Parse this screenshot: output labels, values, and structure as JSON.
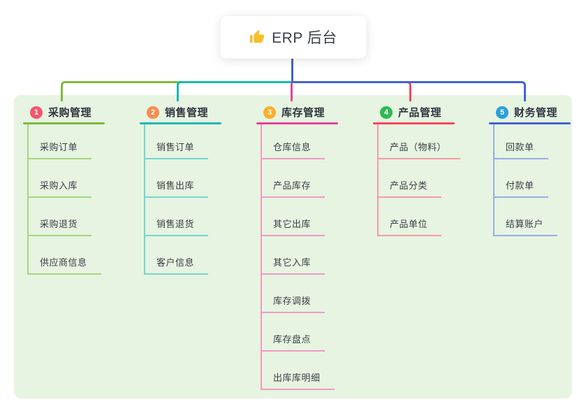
{
  "root": {
    "label": "ERP 后台",
    "icon": "thumbs-up-icon",
    "icon_color": "#f5c02c"
  },
  "branches": [
    {
      "index": "1",
      "label": "采购管理",
      "badge_color": "#f4566b",
      "line_color": "#7dba3f",
      "light_color": "#a8d57f",
      "children": [
        "采购订单",
        "采购入库",
        "采购退货",
        "供应商信息"
      ]
    },
    {
      "index": "2",
      "label": "销售管理",
      "badge_color": "#f98a4d",
      "line_color": "#16bab3",
      "light_color": "#76d6cf",
      "children": [
        "销售订单",
        "销售出库",
        "销售退货",
        "客户信息"
      ]
    },
    {
      "index": "3",
      "label": "库存管理",
      "badge_color": "#f9b02b",
      "line_color": "#e8439a",
      "light_color": "#f09ac6",
      "children": [
        "仓库信息",
        "产品库存",
        "其它出库",
        "其它入库",
        "库存调拨",
        "库存盘点",
        "出库库明细"
      ]
    },
    {
      "index": "4",
      "label": "产品管理",
      "badge_color": "#2eb855",
      "line_color": "#f4485c",
      "light_color": "#f79aa2",
      "children": [
        "产品（物料）",
        "产品分类",
        "产品单位"
      ]
    },
    {
      "index": "5",
      "label": "财务管理",
      "badge_color": "#2b9fd8",
      "line_color": "#4562d4",
      "light_color": "#98ace7",
      "children": [
        "回款单",
        "付款单",
        "结算账户"
      ]
    }
  ],
  "colors": {
    "panel_background": "#e6f4e1",
    "root_connector": "#4562d4",
    "canvas_background": "#ffffff"
  }
}
